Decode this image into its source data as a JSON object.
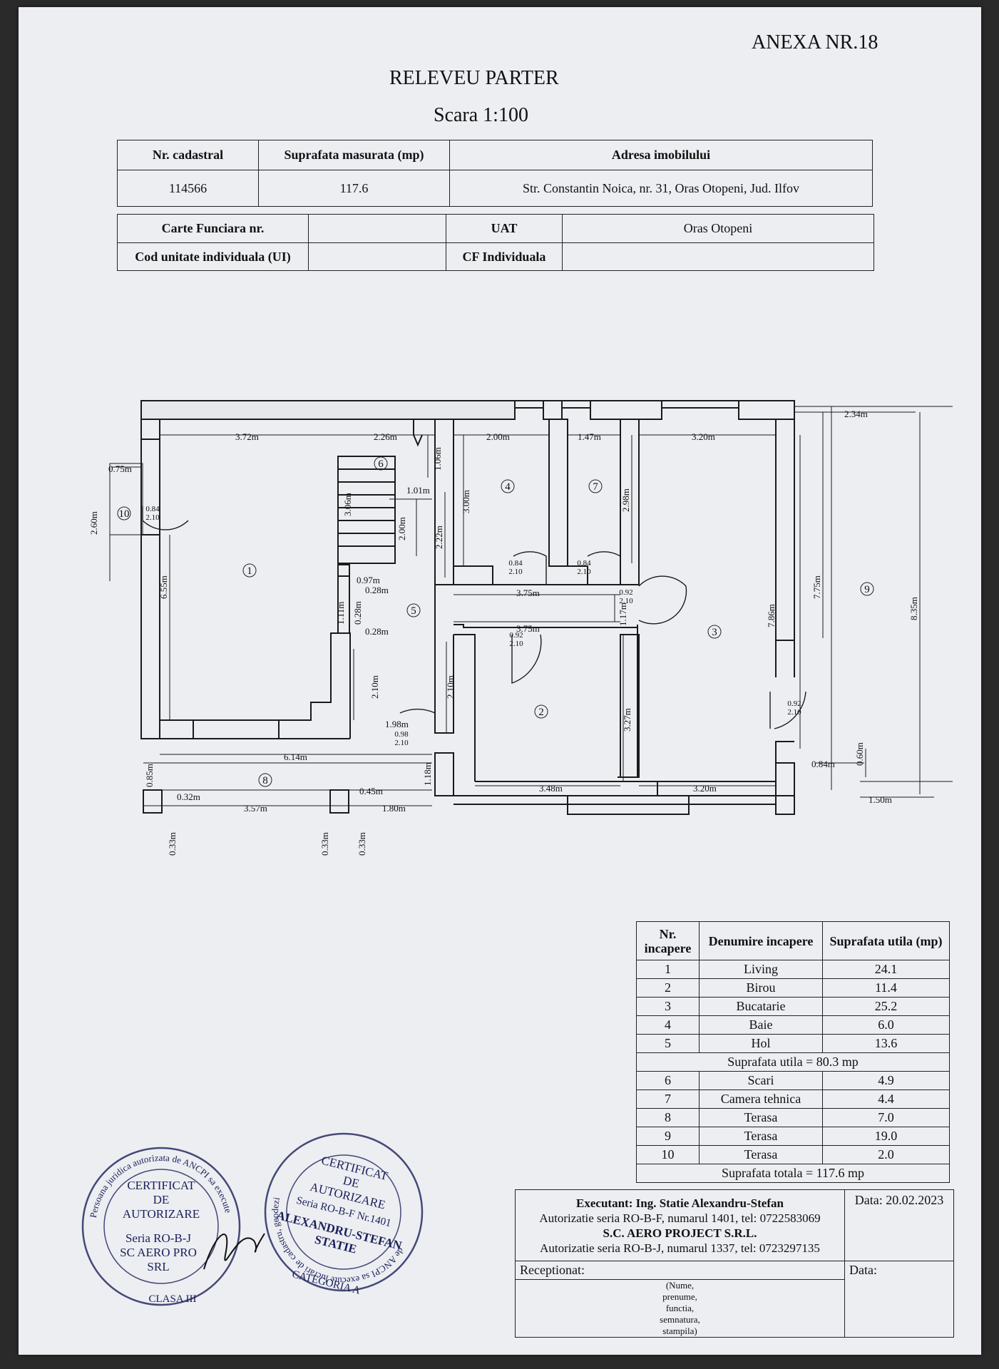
{
  "annex": "ANEXA NR.18",
  "title": "RELEVEU PARTER",
  "scale": "Scara 1:100",
  "header1": {
    "cols": [
      "Nr. cadastral",
      "Suprafata masurata (mp)",
      "Adresa imobilului"
    ],
    "vals": [
      "114566",
      "117.6",
      "Str. Constantin Noica, nr. 31, Oras Otopeni, Jud. Ilfov"
    ]
  },
  "header2": {
    "carte_label": "Carte Funciara nr.",
    "uat_label": "UAT",
    "uat_value": "Oras Otopeni",
    "cod_label": "Cod unitate individuala (UI)",
    "cf_label": "CF Individuala"
  },
  "plan": {
    "rooms": [
      "1",
      "2",
      "3",
      "4",
      "5",
      "6",
      "7",
      "8",
      "9",
      "10"
    ],
    "dims": {
      "d372": "3.72m",
      "d226": "2.26m",
      "d200a": "2.00m",
      "d147": "1.47m",
      "d320a": "3.20m",
      "d234": "2.34m",
      "d075": "0.75m",
      "d260": "2.60m",
      "d106": "1.06m",
      "d101": "1.01m",
      "d306": "3.06m",
      "d200b": "2.00m",
      "d222": "2.22m",
      "d300": "3.00m",
      "d298": "2.98m",
      "d655": "6.55m",
      "d097": "0.97m",
      "d028a": "0.28m",
      "d111": "1.11m",
      "d028b": "0.28m",
      "d028c": "0.28m",
      "d375a": "3.75m",
      "d117": "1.17m",
      "d375b": "3.75m",
      "d775": "7.75m",
      "d786": "7.86m",
      "d835": "8.35m",
      "d210a": "2.10m",
      "d210b": "2.10m",
      "d198": "1.98m",
      "d327": "3.27m",
      "d614": "6.14m",
      "d085": "0.85m",
      "d032": "0.32m",
      "d357": "3.57m",
      "d045": "0.45m",
      "d180": "1.80m",
      "d118": "1.18m",
      "d348": "3.48m",
      "d320b": "3.20m",
      "d084": "0.84m",
      "d060": "0.60m",
      "d150": "1.50m",
      "d033a": "0.33m",
      "d033b": "0.33m",
      "d033c": "0.33m"
    },
    "doors": {
      "d10": [
        "0.84",
        "2.10"
      ],
      "d4": [
        "0.84",
        "2.10"
      ],
      "d7": [
        "0.84",
        "2.10"
      ],
      "d3a": [
        "0.92",
        "2.10"
      ],
      "d2": [
        "0.92",
        "2.10"
      ],
      "d5": [
        "0.98",
        "2.10"
      ],
      "d3b": [
        "0.92",
        "2.10"
      ]
    }
  },
  "rooms_table": {
    "headers": [
      "Nr. incapere",
      "Denumire incapere",
      "Suprafata utila (mp)"
    ],
    "rows1": [
      [
        "1",
        "Living",
        "24.1"
      ],
      [
        "2",
        "Birou",
        "11.4"
      ],
      [
        "3",
        "Bucatarie",
        "25.2"
      ],
      [
        "4",
        "Baie",
        "6.0"
      ],
      [
        "5",
        "Hol",
        "13.6"
      ]
    ],
    "subtotal": "Suprafata utila = 80.3 mp",
    "rows2": [
      [
        "6",
        "Scari",
        "4.9"
      ],
      [
        "7",
        "Camera tehnica",
        "4.4"
      ],
      [
        "8",
        "Terasa",
        "7.0"
      ],
      [
        "9",
        "Terasa",
        "19.0"
      ],
      [
        "10",
        "Terasa",
        "2.0"
      ]
    ],
    "total": "Suprafata totala = 117.6 mp"
  },
  "executant": {
    "line1": "Executant: Ing. Statie Alexandru-Stefan",
    "line2": "Autorizatie seria RO-B-F, numarul 1401, tel: 0722583069",
    "line3": "S.C. AERO PROJECT S.R.L.",
    "line4": "Autorizatie seria RO-B-J, numarul 1337, tel: 0723297135",
    "date_label": "Data: 20.02.2023",
    "receptionat": "Receptionat:",
    "data2": "Data:",
    "note": "(Nume, prenume, functia, semnatura, stampila)"
  },
  "stamps": {
    "left": {
      "ring": "Persoana juridica autorizata de ANCPI sa execute",
      "l1": "CERTIFICAT",
      "l2": "DE",
      "l3": "AUTORIZARE",
      "l4": "Seria RO-B-J",
      "l5": "SC AERO PRO",
      "l6": "SRL",
      "bottom": "CLASA III"
    },
    "right": {
      "ring": "de ANCPI sa execute lucrari de cadastru, geodezie si cartografie",
      "l1": "CERTIFICAT",
      "l2": "DE",
      "l3": "AUTORIZARE",
      "l4": "Seria RO-B-F Nr.1401",
      "l5": "ALEXANDRU-STEFAN",
      "l6": "STATIE",
      "bottom": "CATEGORIA A"
    }
  }
}
